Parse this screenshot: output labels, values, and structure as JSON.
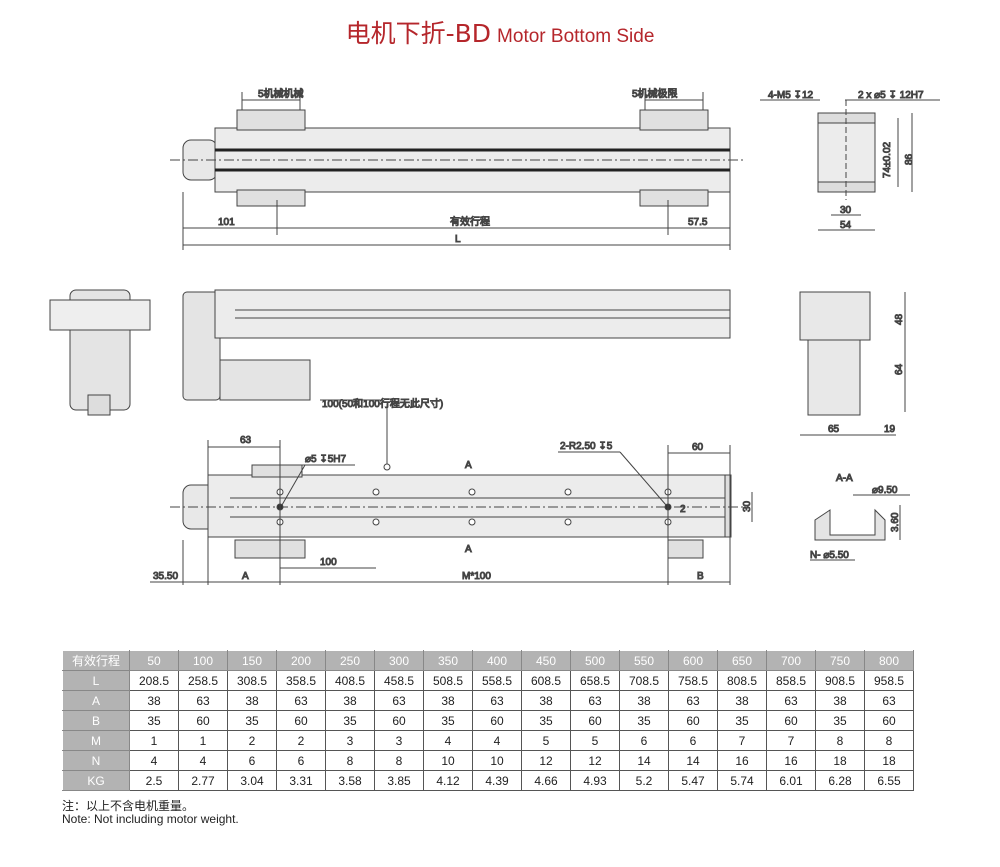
{
  "title": {
    "cn": "电机下折-BD",
    "en": "Motor Bottom Side"
  },
  "labels": {
    "limit_left": "5机械机械",
    "limit_right": "5机械极限",
    "dim_101": "101",
    "dim_stroke": "有效行程",
    "dim_57_5": "57.5",
    "dim_L": "L",
    "end_m5": "4-M5 ↧12",
    "end_pin": "2 x ⌀5 ↧ 12H7",
    "end_74": "74±0.02",
    "end_86": "86",
    "end_30": "30",
    "end_54": "54",
    "side_48": "48",
    "side_64": "64",
    "side_65": "65",
    "side_19": "19",
    "note_100": "100(50和100行程无此尺寸)",
    "bot_63": "63",
    "bot_pin": "⌀5 ↧5H7",
    "bot_r": "2-R2.50 ↧5",
    "bot_60": "60",
    "sec_a1": "A",
    "sec_a2": "A",
    "bot_2": "2",
    "bot_30": "30",
    "bot_35_50": "35.50",
    "bot_A": "A",
    "bot_100": "100",
    "bot_M100": "M*100",
    "bot_B": "B",
    "aa_title": "A-A",
    "aa_d950": "⌀9.50",
    "aa_360": "3.60",
    "aa_n550": "N- ⌀5.50"
  },
  "table": {
    "header_label": "有效行程",
    "strokes": [
      "50",
      "100",
      "150",
      "200",
      "250",
      "300",
      "350",
      "400",
      "450",
      "500",
      "550",
      "600",
      "650",
      "700",
      "750",
      "800"
    ],
    "rows": [
      {
        "label": "L",
        "values": [
          "208.5",
          "258.5",
          "308.5",
          "358.5",
          "408.5",
          "458.5",
          "508.5",
          "558.5",
          "608.5",
          "658.5",
          "708.5",
          "758.5",
          "808.5",
          "858.5",
          "908.5",
          "958.5"
        ]
      },
      {
        "label": "A",
        "values": [
          "38",
          "63",
          "38",
          "63",
          "38",
          "63",
          "38",
          "63",
          "38",
          "63",
          "38",
          "63",
          "38",
          "63",
          "38",
          "63"
        ]
      },
      {
        "label": "B",
        "values": [
          "35",
          "60",
          "35",
          "60",
          "35",
          "60",
          "35",
          "60",
          "35",
          "60",
          "35",
          "60",
          "35",
          "60",
          "35",
          "60"
        ]
      },
      {
        "label": "M",
        "values": [
          "1",
          "1",
          "2",
          "2",
          "3",
          "3",
          "4",
          "4",
          "5",
          "5",
          "6",
          "6",
          "7",
          "7",
          "8",
          "8"
        ]
      },
      {
        "label": "N",
        "values": [
          "4",
          "4",
          "6",
          "6",
          "8",
          "8",
          "10",
          "10",
          "12",
          "12",
          "14",
          "14",
          "16",
          "16",
          "18",
          "18"
        ]
      },
      {
        "label": "KG",
        "values": [
          "2.5",
          "2.77",
          "3.04",
          "3.31",
          "3.58",
          "3.85",
          "4.12",
          "4.39",
          "4.66",
          "4.93",
          "5.2",
          "5.47",
          "5.74",
          "6.01",
          "6.28",
          "6.55"
        ]
      }
    ]
  },
  "notes": {
    "cn": "注：以上不含电机重量。",
    "en": "Note: Not including motor weight."
  },
  "colors": {
    "accent": "#b5262b",
    "header_bg": "#b3b3b3",
    "body_fill": "#ececec"
  }
}
